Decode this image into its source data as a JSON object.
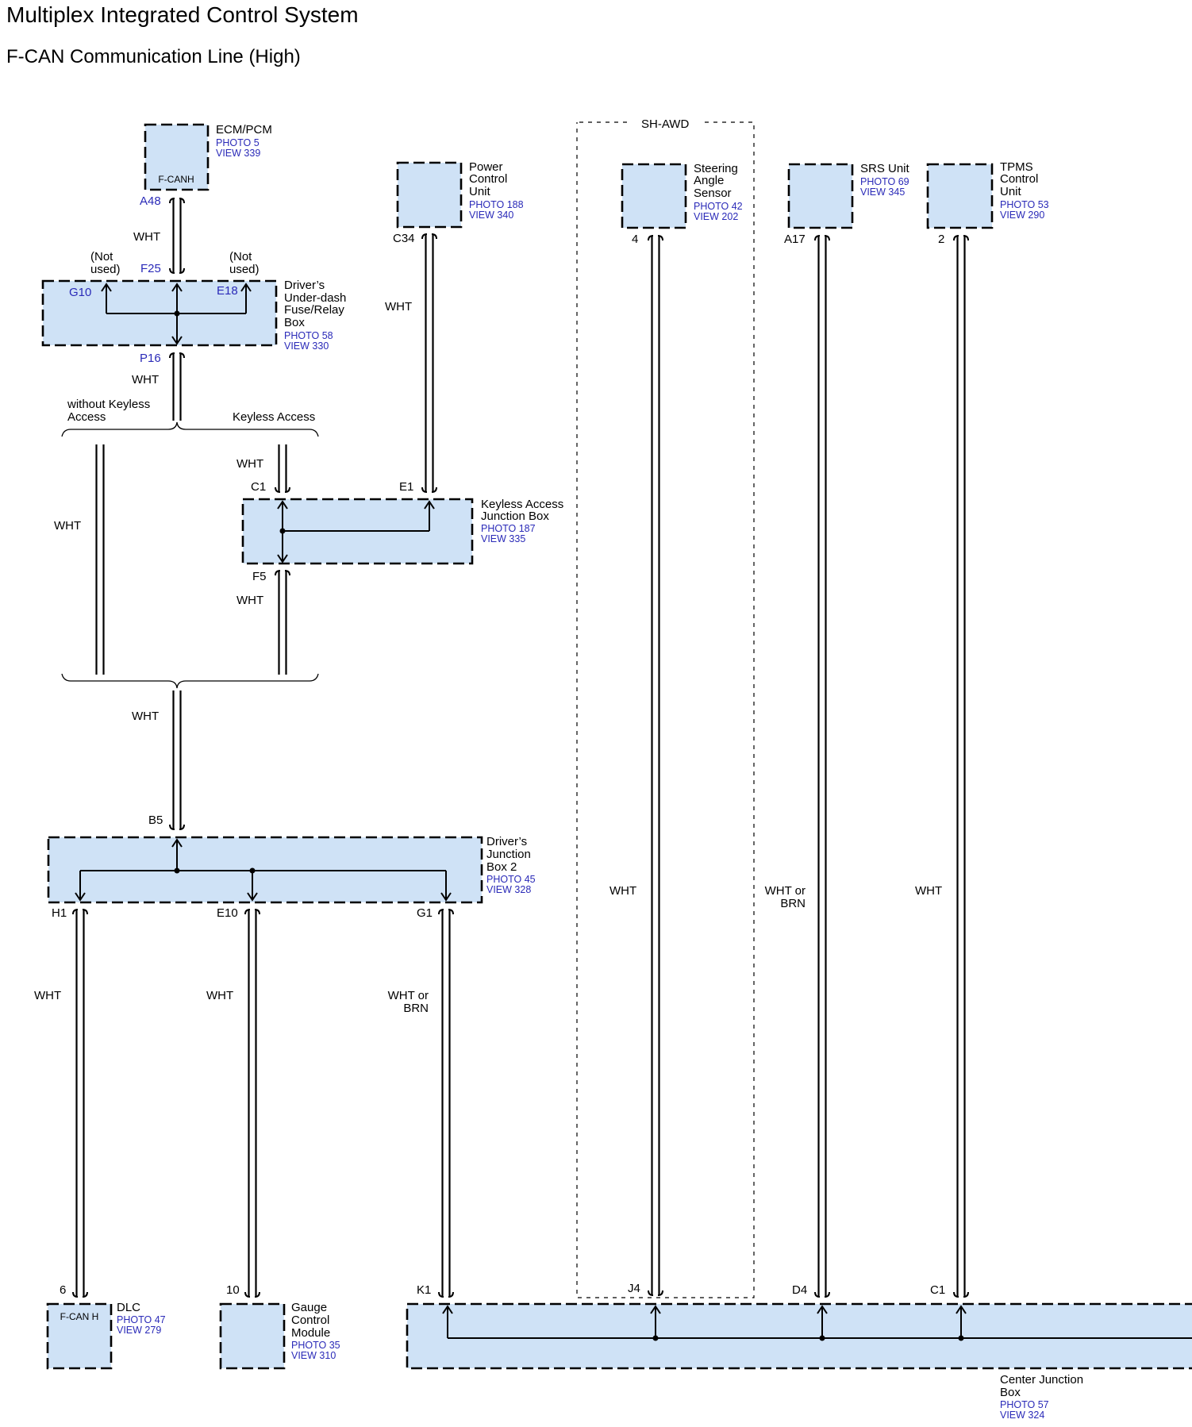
{
  "header": {
    "title": "Multiplex Integrated Control System",
    "subtitle": "F-CAN Communication Line (High)"
  },
  "components": {
    "ecm": {
      "name": "ECM/PCM",
      "photo": "PHOTO 5",
      "view": "VIEW 339",
      "inner": "F-CANH"
    },
    "pcu": {
      "name": [
        "Power",
        "Control",
        "Unit"
      ],
      "photo": "PHOTO 188",
      "view": "VIEW 340"
    },
    "steer": {
      "name": [
        "Steering",
        "Angle",
        "Sensor"
      ],
      "photo": "PHOTO 42",
      "view": "VIEW 202"
    },
    "srs": {
      "name": "SRS Unit",
      "photo": "PHOTO 69",
      "view": "VIEW 345"
    },
    "tpms": {
      "name": [
        "TPMS",
        "Control",
        "Unit"
      ],
      "photo": "PHOTO 53",
      "view": "VIEW 290"
    },
    "fuse": {
      "name": [
        "Driver’s",
        "Under-dash",
        "Fuse/Relay",
        "Box"
      ],
      "photo": "PHOTO 58",
      "view": "VIEW 330"
    },
    "keyless": {
      "name": [
        "Keyless Access",
        "Junction Box"
      ],
      "photo": "PHOTO 187",
      "view": "VIEW 335"
    },
    "djb2": {
      "name": [
        "Driver’s",
        "Junction",
        "Box 2"
      ],
      "photo": "PHOTO 45",
      "view": "VIEW 328"
    },
    "dlc": {
      "name": "DLC",
      "photo": "PHOTO 47",
      "view": "VIEW 279",
      "inner": "F-CAN H"
    },
    "gauge": {
      "name": [
        "Gauge",
        "Control",
        "Module"
      ],
      "photo": "PHOTO 35",
      "view": "VIEW 310"
    },
    "cjb": {
      "name": [
        "Center Junction",
        "Box"
      ],
      "photo": "PHOTO 57",
      "view": "VIEW 324"
    }
  },
  "pins": {
    "a48": "A48",
    "f25": "F25",
    "g10": "G10",
    "e18": "E18",
    "p16": "P16",
    "c34": "C34",
    "c1k": "C1",
    "e1": "E1",
    "f5": "F5",
    "b5": "B5",
    "h1": "H1",
    "e10": "E10",
    "g1": "G1",
    "p4": "4",
    "a17": "A17",
    "p2": "2",
    "p6": "6",
    "p10": "10",
    "k1": "K1",
    "j4": "J4",
    "d4": "D4",
    "c1c": "C1"
  },
  "notes": {
    "not_used": [
      "(Not",
      "used)"
    ],
    "without_keyless": [
      "without Keyless",
      "Access"
    ],
    "keyless_access": "Keyless Access",
    "sh_awd": "SH-AWD"
  },
  "wires": {
    "wht": "WHT",
    "wht_or_brn": [
      "WHT or",
      "BRN"
    ]
  }
}
